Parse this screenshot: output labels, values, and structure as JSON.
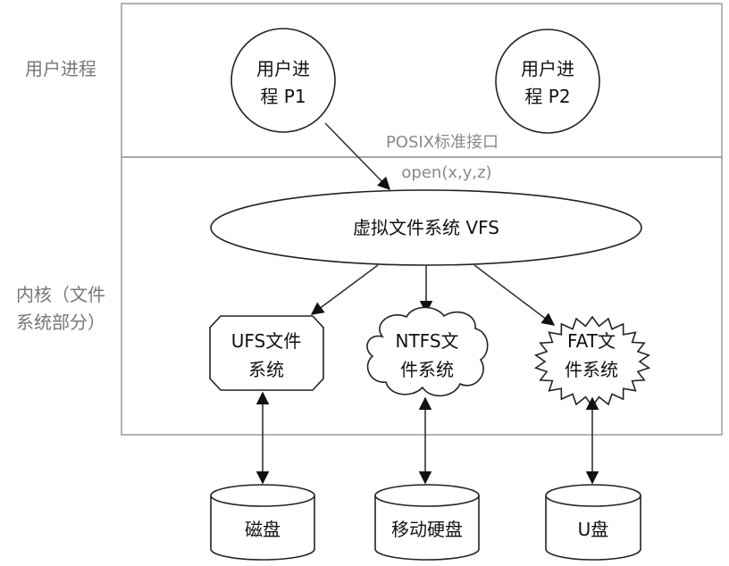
{
  "side_labels": {
    "user_space": "用户进程",
    "kernel_line1": "内核（文件",
    "kernel_line2": "系统部分）"
  },
  "processes": [
    {
      "line1": "用户进",
      "line2": "程 P1"
    },
    {
      "line1": "用户进",
      "line2": "程 P2"
    }
  ],
  "interface": {
    "name": "POSIX标准接口",
    "call": "open(x,y,z)"
  },
  "vfs": "虚拟文件系统 VFS",
  "filesystems": [
    {
      "line1": "UFS文件",
      "line2": "系统"
    },
    {
      "line1": "NTFS文",
      "line2": "件系统"
    },
    {
      "line1": "FAT文",
      "line2": "件系统"
    }
  ],
  "storage": [
    "磁盘",
    "移动硬盘",
    "U盘"
  ]
}
